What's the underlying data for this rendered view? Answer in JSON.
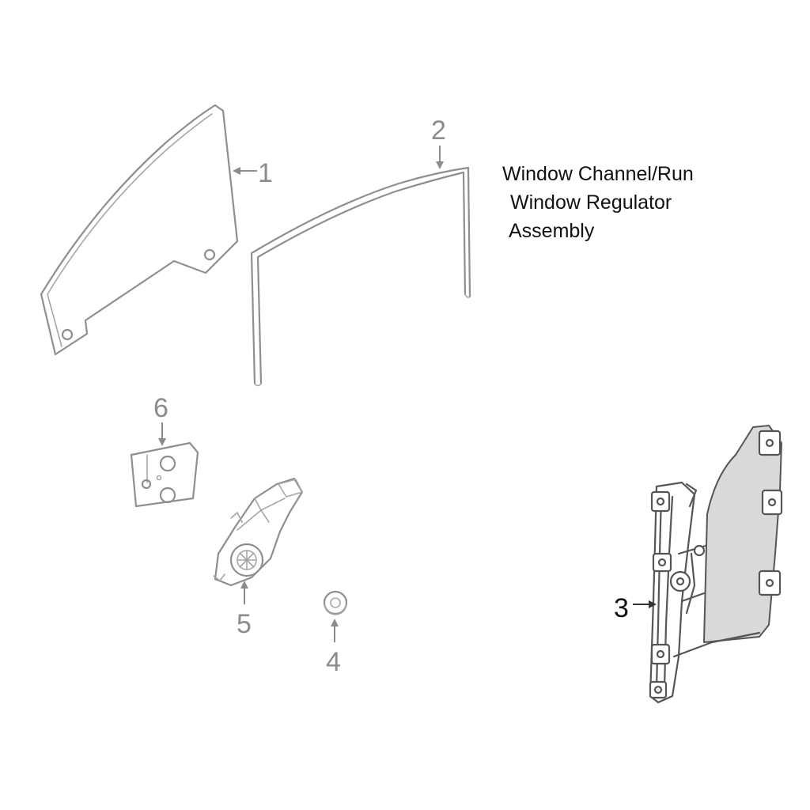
{
  "labels": {
    "line1": "Window Channel/Run",
    "line2": "Window Regulator",
    "line3": "Assembly"
  },
  "callouts": {
    "c1": "1",
    "c2": "2",
    "c3": "3",
    "c4": "4",
    "c5": "5",
    "c6": "6"
  }
}
